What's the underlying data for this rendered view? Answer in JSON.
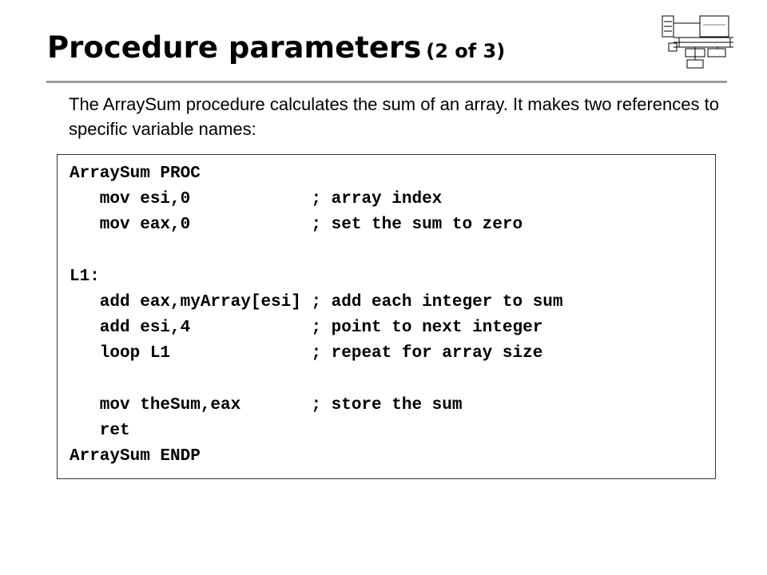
{
  "slide": {
    "title": "Procedure parameters",
    "title_sub": "(2 of 3)",
    "intro": "The ArraySum procedure calculates the sum of an array. It makes two references to specific variable names:"
  },
  "code_lines": [
    "ArraySum PROC",
    "   mov esi,0            ; array index",
    "   mov eax,0            ; set the sum to zero",
    "",
    "L1:",
    "   add eax,myArray[esi] ; add each integer to sum",
    "   add esi,4            ; point to next integer",
    "   loop L1              ; repeat for array size",
    "",
    "   mov theSum,eax       ; store the sum",
    "   ret",
    "ArraySum ENDP"
  ],
  "logo": {
    "icon": "computer-architecture-diagram-icon"
  },
  "colors": {
    "text": "#000000",
    "rule": "#9e9e9e",
    "box_border": "#333333"
  }
}
